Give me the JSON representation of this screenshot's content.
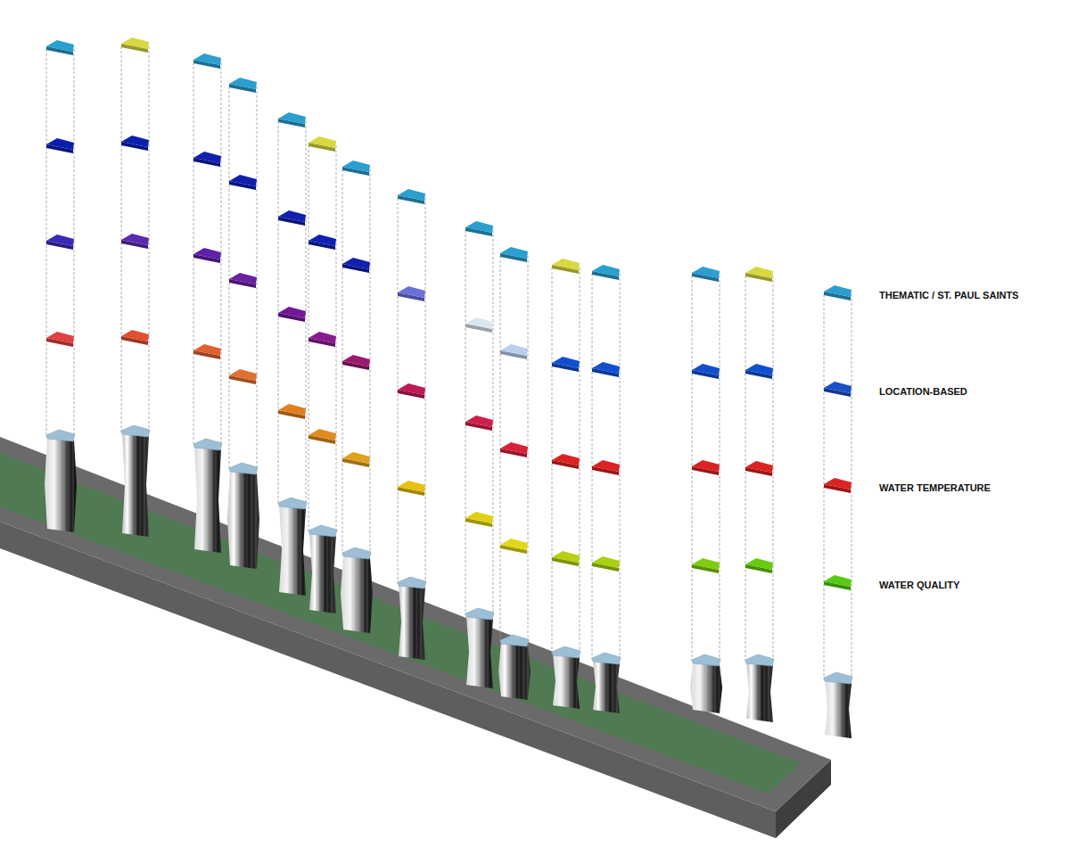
{
  "diagram": {
    "legend": [
      {
        "text": "THEMATIC / ST. PAUL SAINTS",
        "color": "#2a9fd0"
      },
      {
        "text": "LOCATION-BASED",
        "color": "#1a4fc8"
      },
      {
        "text": "WATER TEMPERATURE",
        "color": "#dd2222"
      },
      {
        "text": "WATER QUALITY",
        "color": "#55cc11"
      }
    ]
  }
}
